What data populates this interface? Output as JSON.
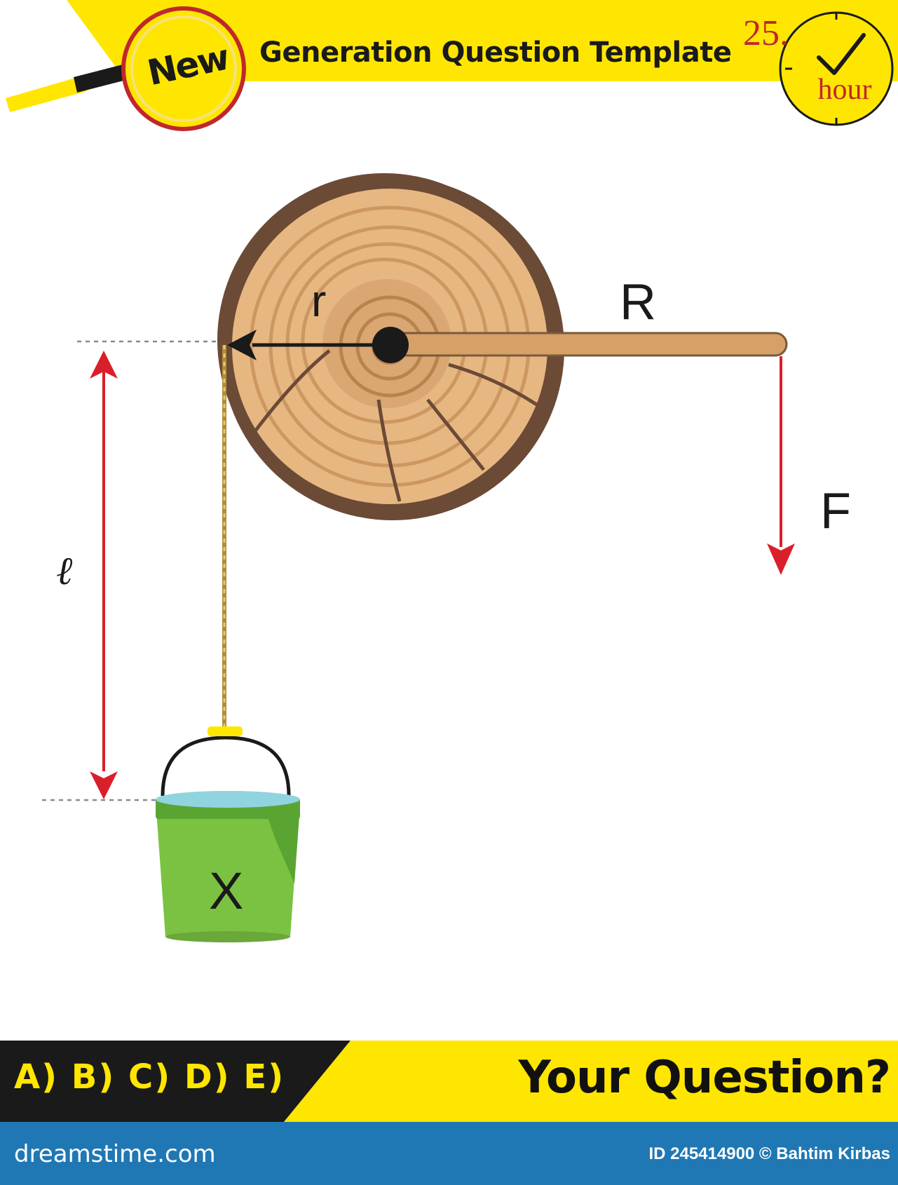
{
  "header": {
    "badge": "New",
    "title": "Generation Question Template",
    "clock_number": "25.",
    "clock_unit": "hour"
  },
  "diagram": {
    "label_r": "r",
    "label_R": "R",
    "label_F": "F",
    "label_l": "ℓ",
    "label_X": "X"
  },
  "footer": {
    "answers": "A) B) C) D) E)",
    "question": "Your Question?",
    "site": "dreamstime.com",
    "credit": "ID 245414900 © Bahtim Kirbas"
  },
  "colors": {
    "banner_yellow": "#ffe600",
    "arrow_red": "#d9202a",
    "wood": "#e7b781",
    "bark": "#6b4a36",
    "bucket_green": "#7cc242",
    "footer_blue": "#1f78b4"
  },
  "icons": [
    "magnifier-icon",
    "clock-icon",
    "log-wheel",
    "bucket"
  ]
}
